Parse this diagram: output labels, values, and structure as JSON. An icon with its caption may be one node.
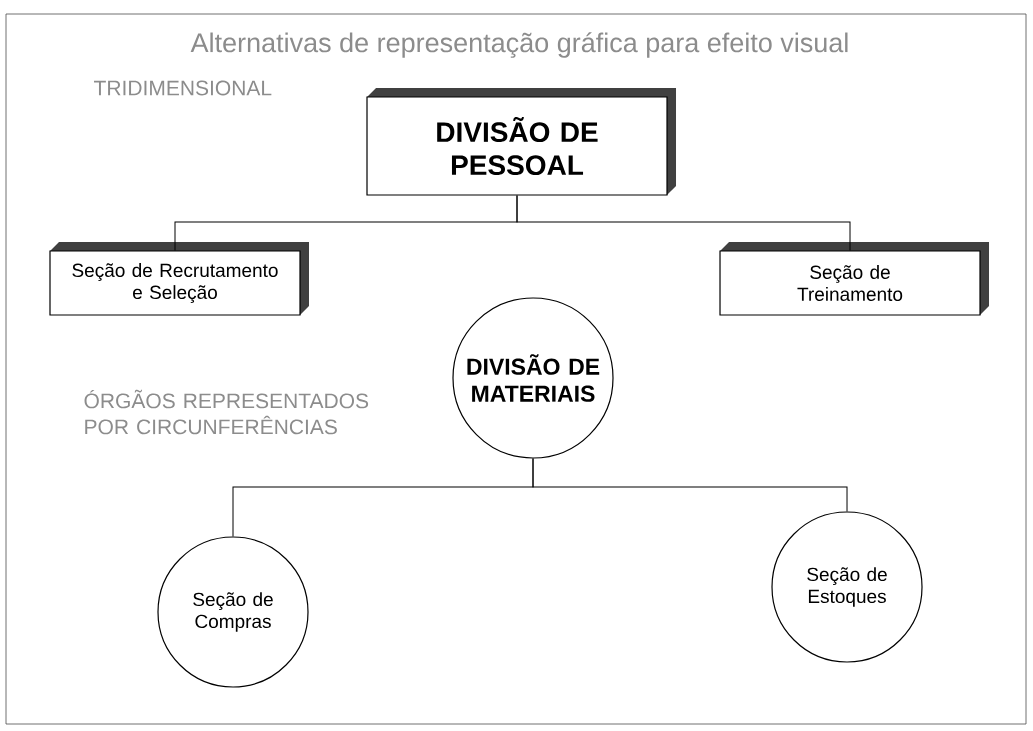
{
  "diagram": {
    "title": "Alternativas de representação gráfica para efeito visual",
    "nodes": [
      {
        "text": [
          "DIVISÃO DE PESSOAL"
        ]
      },
      {
        "text": [
          "Seção de Recrutamento e Seleção"
        ]
      },
      {
        "text": [
          "Seção de Treinamento"
        ]
      },
      {
        "text": [
          "DIVISÃO DE MATERIAIS"
        ]
      },
      {
        "text": [
          "Seção de Compras"
        ]
      },
      {
        "text": [
          "Seção de Estoques"
        ]
      }
    ],
    "edges": [
      {
        "from": 0,
        "to": 1,
        "arrow": "none"
      },
      {
        "from": 0,
        "to": 2,
        "arrow": "none"
      },
      {
        "from": 3,
        "to": 4,
        "arrow": "none"
      },
      {
        "from": 3,
        "to": 5,
        "arrow": "none"
      }
    ],
    "labels": [
      "TRIDIMENSIONAL",
      "ÓRGÃOS REPRESENTADOS POR CIRCUNFERÊNCIAS"
    ]
  }
}
